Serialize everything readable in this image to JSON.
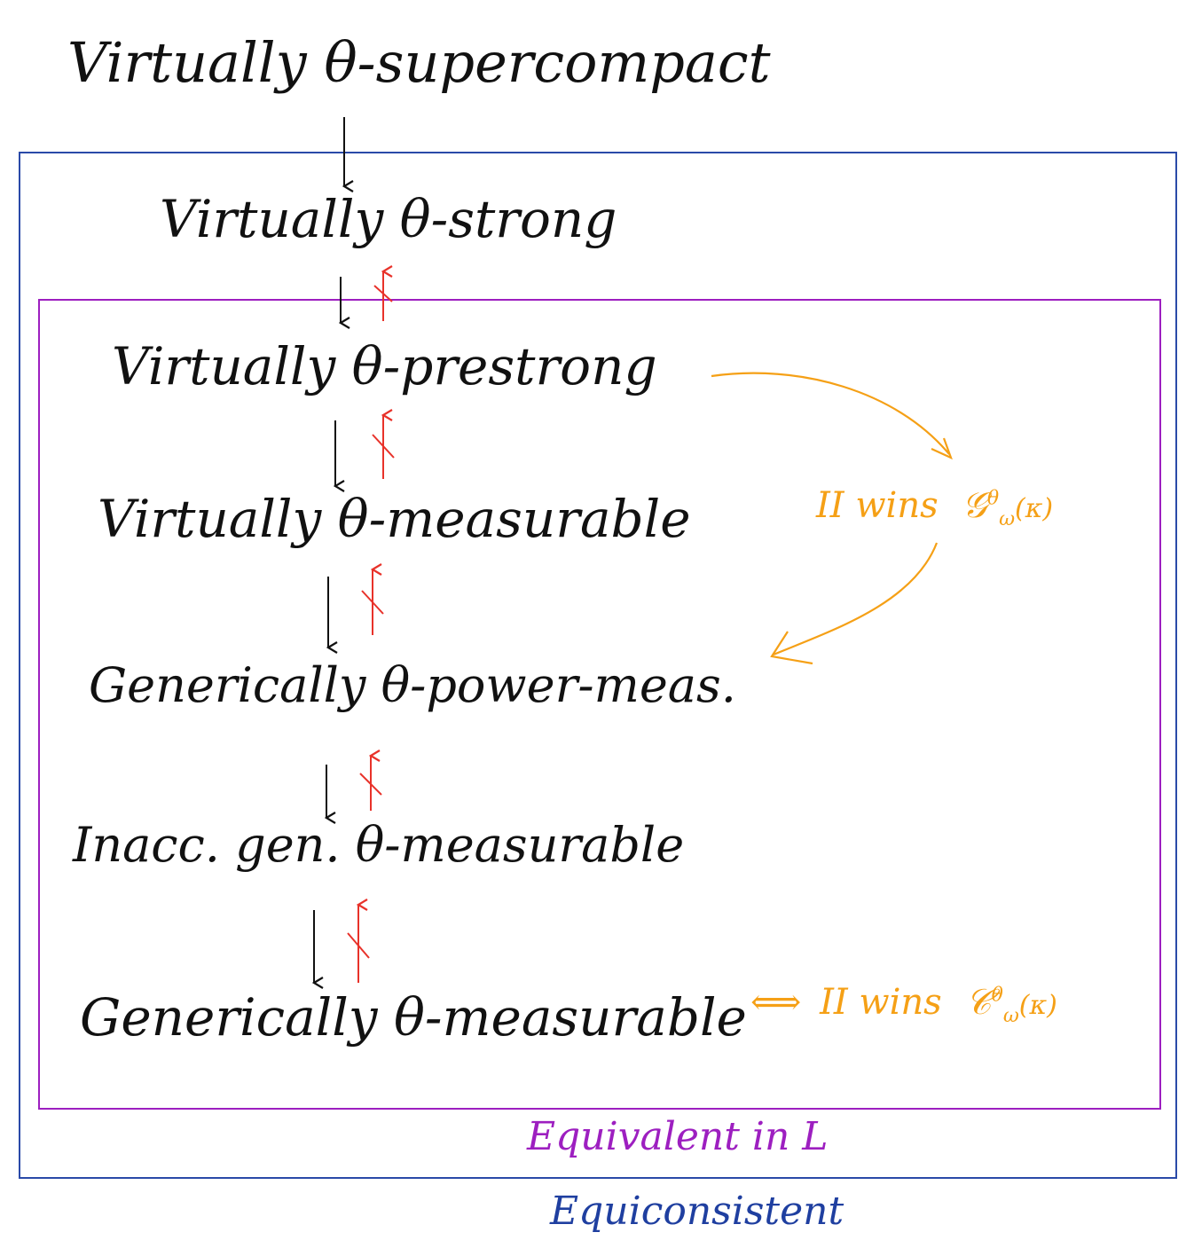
{
  "nodes": {
    "supercompact": "Virtually θ-supercompact",
    "strong": "Virtually θ-strong",
    "prestrong": "Virtually θ-prestrong",
    "measurable": "Virtually θ-measurable",
    "power_meas": "Generically θ-power-meas.",
    "inacc_gen": "Inacc. gen. θ-measurable",
    "gen_measurable": "Generically θ-measurable"
  },
  "games": {
    "top": {
      "prefix": "II wins",
      "symbol": "𝒢",
      "superscript": "θ",
      "subscript": "ω",
      "argument": "(κ)"
    },
    "bottom": {
      "equiv": "⟺",
      "prefix": "II wins",
      "symbol": "𝒞",
      "superscript": "θ",
      "subscript": "ω",
      "argument": "(κ)"
    }
  },
  "regions": {
    "inner_label": "Equivalent in L",
    "outer_label": "Equiconsistent"
  },
  "colors": {
    "ink": "#111111",
    "non_implication": "#e8322a",
    "game": "#f5a016",
    "inner_box": "#9d1fc0",
    "outer_box": "#1f3fa0"
  }
}
